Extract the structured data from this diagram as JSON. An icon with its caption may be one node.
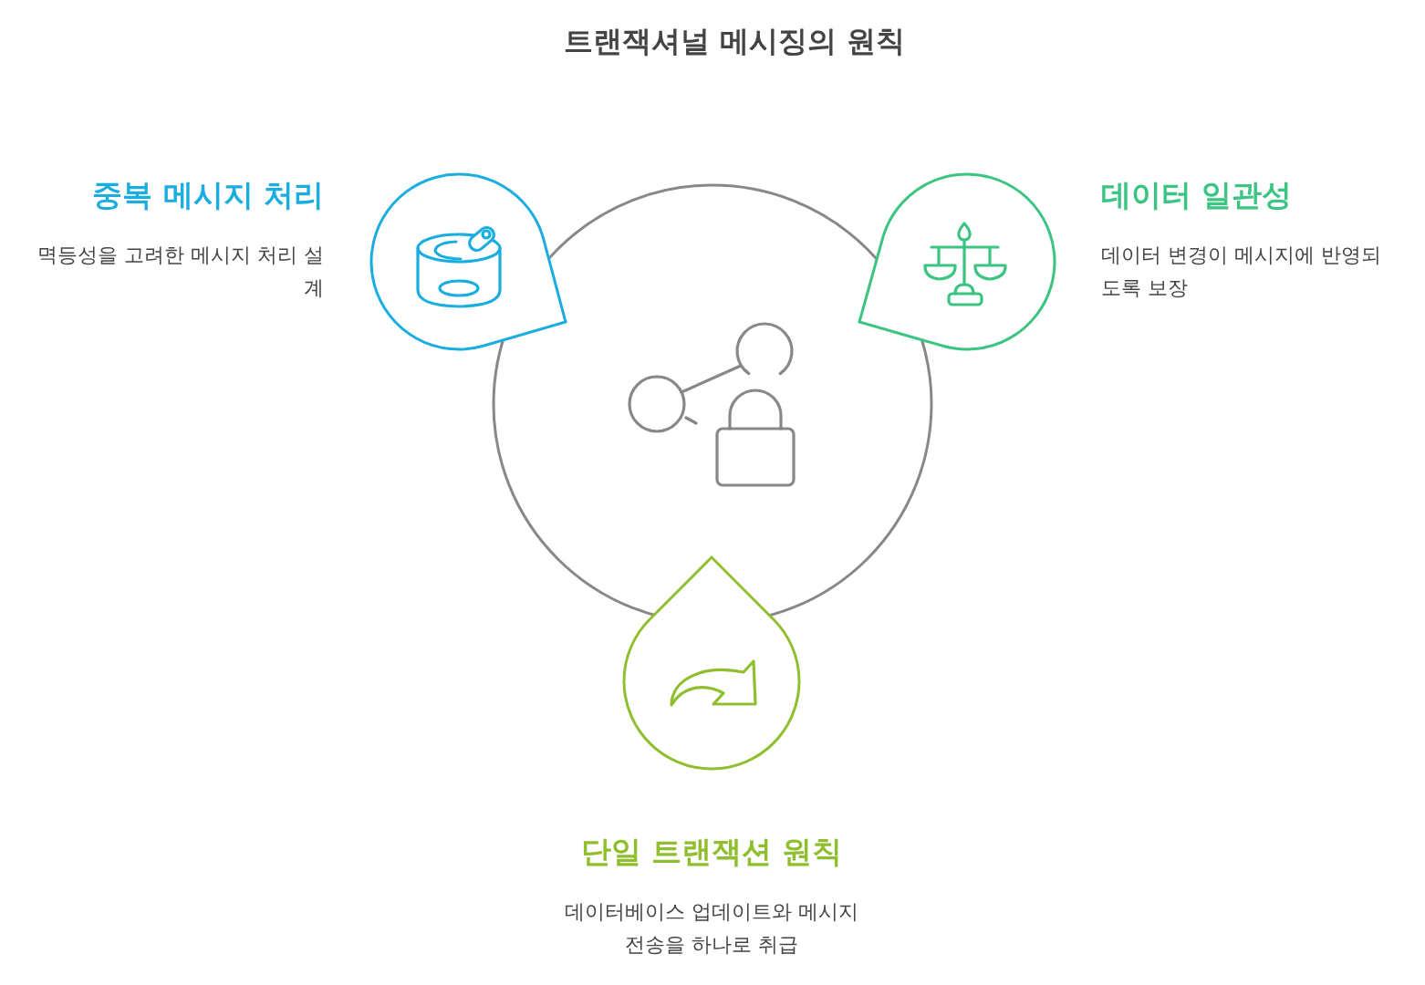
{
  "diagram": {
    "title": "트랜잭셔널 메시징의 원칙",
    "nodes": [
      {
        "text": [],
        "shape": "circle"
      },
      {
        "text": [
          "중복 메시지 처리",
          "멱등성을 고려한 메시지 처리 설계"
        ]
      },
      {
        "text": [
          "데이터 일관성",
          "데이터 변경이 메시지에 반영되도록 보장"
        ]
      },
      {
        "text": [
          "단일 트랜잭션 원칙"
        ]
      }
    ],
    "labels": [
      "데이터베이스 업데이트와 메시지 전송을 하나로 취급"
    ]
  }
}
